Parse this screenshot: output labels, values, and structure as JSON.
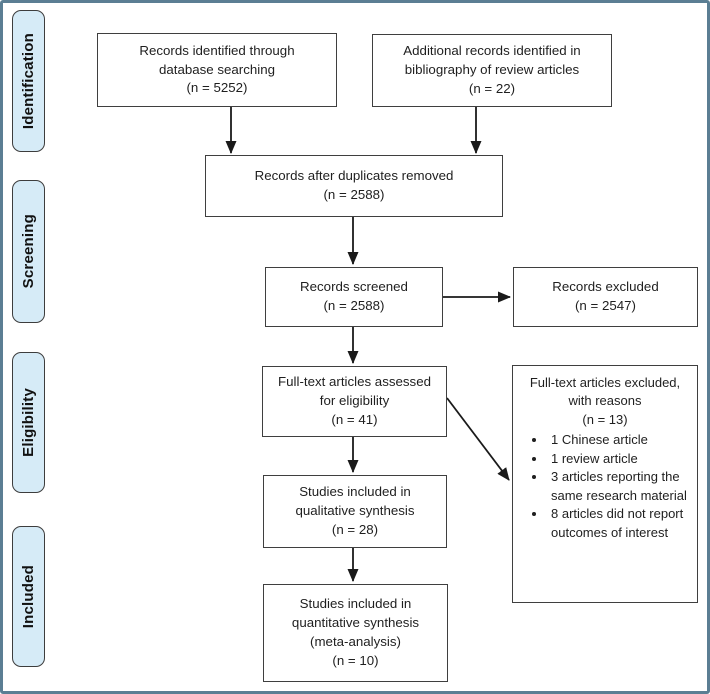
{
  "colors": {
    "frame": "#5b7e93",
    "stage_fill": "#d6ebf7",
    "stage_border": "#3d3d3d",
    "box_border": "#3f3f3f",
    "arrow": "#1a1a1a",
    "text": "#1f1f1f"
  },
  "stages": {
    "identification": "Identification",
    "screening": "Screening",
    "eligibility": "Eligibility",
    "included": "Included"
  },
  "boxes": {
    "identified": "Records identified through\ndatabase searching\n(n = 5252)",
    "additional": "Additional records identified in\nbibliography of review articles\n(n = 22)",
    "deduplicated": "Records after duplicates removed\n(n = 2588)",
    "screened": "Records screened\n(n = 2588)",
    "excluded": "Records excluded\n(n = 2547)",
    "fulltext_assessed": "Full-text articles assessed\nfor eligibility\n(n = 41)",
    "fulltext_excluded": {
      "title": "Full-text articles excluded,\nwith reasons\n(n = 13)",
      "reasons": [
        "1 Chinese article",
        "1 review article",
        "3 articles reporting the same research material",
        "8 articles did not report outcomes of interest"
      ]
    },
    "qualitative": "Studies included in\nqualitative synthesis\n(n = 28)",
    "quantitative": "Studies included in\nquantitative synthesis\n(meta-analysis)\n(n = 10)"
  }
}
